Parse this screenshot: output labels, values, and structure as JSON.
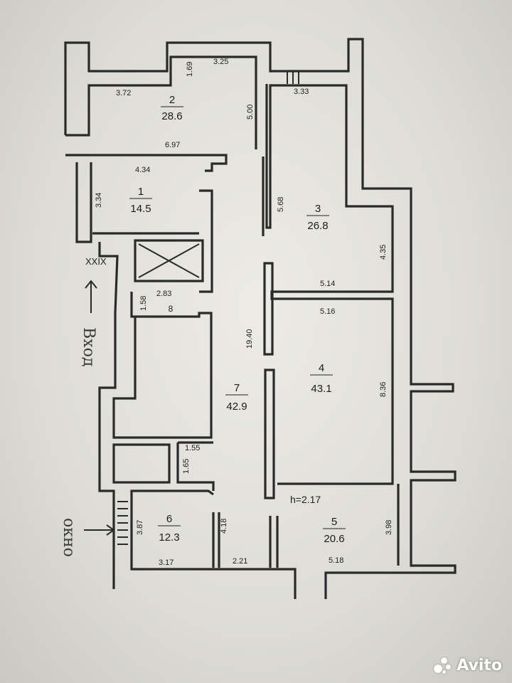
{
  "rooms": [
    {
      "id": "1",
      "num": "1",
      "area": "14.5"
    },
    {
      "id": "2",
      "num": "2",
      "area": "28.6"
    },
    {
      "id": "3",
      "num": "3",
      "area": "26.8"
    },
    {
      "id": "4",
      "num": "4",
      "area": "43.1"
    },
    {
      "id": "5",
      "num": "5",
      "area": "20.6"
    },
    {
      "id": "6",
      "num": "6",
      "area": "12.3"
    },
    {
      "id": "7",
      "num": "7",
      "area": "42.9"
    },
    {
      "id": "8",
      "num": "8",
      "area": ""
    }
  ],
  "dimensions": {
    "d_3_25": "3.25",
    "d_1_69": "1.69",
    "d_3_72": "3.72",
    "d_5_00": "5.00",
    "d_3_33": "3.33",
    "d_6_97": "6.97",
    "d_4_34": "4.34",
    "d_3_34": "3.34",
    "d_5_68": "5.68",
    "d_4_35": "4.35",
    "d_5_14": "5.14",
    "d_5_16": "5.16",
    "d_1_58": "1.58",
    "d_2_83": "2.83",
    "d_19_40": "19.40",
    "d_8_36": "8.36",
    "d_1_55": "1.55",
    "d_1_65": "1.65",
    "d_3_87": "3.87",
    "d_4_18": "4.18",
    "d_3_98": "3.98",
    "d_3_17": "3.17",
    "d_2_21": "2.21",
    "d_5_18": "5.18"
  },
  "ceiling_height": "h=2.17",
  "axis_mark": "XXIX",
  "handwritten": {
    "entrance": "Вход",
    "window": "окно"
  },
  "watermark": "Avito"
}
